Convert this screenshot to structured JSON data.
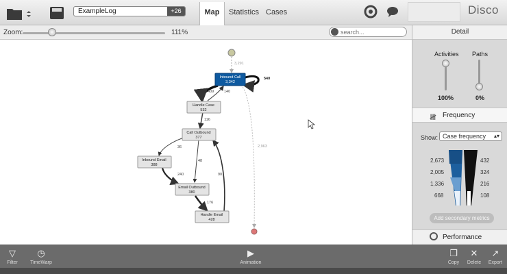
{
  "toolbar": {
    "log_name": "ExampleLog",
    "log_count": "+26",
    "tabs": [
      {
        "label": "Map",
        "active": true
      },
      {
        "label": "Statistics",
        "active": false
      },
      {
        "label": "Cases",
        "active": false
      }
    ],
    "brand": "Disco"
  },
  "zoom": {
    "label": "Zoom:",
    "value": "111%",
    "level_fraction": 0.2
  },
  "search": {
    "placeholder": "search..."
  },
  "map": {
    "nodes": [
      {
        "id": "inbound_call",
        "label": "Inbound Call",
        "count": "3,342",
        "highlight": true
      },
      {
        "id": "handle_case",
        "label": "Handle Case",
        "count": "532"
      },
      {
        "id": "call_outbound",
        "label": "Call Outbound",
        "count": "377"
      },
      {
        "id": "inbound_email",
        "label": "Inbound Email",
        "count": "388"
      },
      {
        "id": "email_outbound",
        "label": "Email Outbound",
        "count": "380"
      },
      {
        "id": "handle_email",
        "label": "Handle Email",
        "count": "428"
      }
    ],
    "edges": [
      {
        "label": "3,291"
      },
      {
        "label": "540"
      },
      {
        "label": "409"
      },
      {
        "label": "140"
      },
      {
        "label": "116"
      },
      {
        "label": "36"
      },
      {
        "label": "48"
      },
      {
        "label": "240"
      },
      {
        "label": "90"
      },
      {
        "label": "176"
      },
      {
        "label": "2,963"
      }
    ]
  },
  "panel": {
    "detail_label": "Detail",
    "activities_label": "Activities",
    "paths_label": "Paths",
    "activities_value": "100%",
    "paths_value": "0%",
    "activities_fraction": 1.0,
    "paths_fraction": 0.0,
    "frequency_label": "Frequency",
    "show_label": "Show:",
    "show_value": "Case frequency",
    "legend_left": [
      "2,673",
      "2,005",
      "1,336",
      "668"
    ],
    "legend_right": [
      "432",
      "324",
      "216",
      "108"
    ],
    "add_metrics_label": "Add secondary metrics",
    "performance_label": "Performance"
  },
  "bottom": {
    "filter_label": "Filter",
    "timewarp_label": "TimeWarp",
    "animation_label": "Animation",
    "copy_label": "Copy",
    "delete_label": "Delete",
    "export_label": "Export"
  },
  "colors": {
    "accent": "#0e5aa0",
    "node_fill": "#e4e4e4",
    "bottom_bar": "#6b6b6b"
  }
}
